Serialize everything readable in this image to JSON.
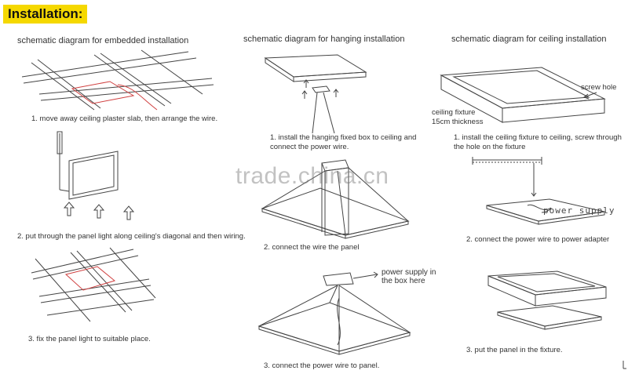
{
  "title": "Installation:",
  "watermark": "trade.china.cn",
  "columns": [
    {
      "header": "schematic diagram for embedded installation",
      "steps": [
        "1. move away ceiling plaster slab, then arrange the wire.",
        "2. put through the panel light along ceiling's diagonal and then wiring.",
        "3. fix the panel light to suitable place."
      ]
    },
    {
      "header": "schematic diagram for hanging installation",
      "steps": [
        "1. install the hanging fixed box to ceiling and connect the power wire.",
        "2. connect the wire the panel",
        "3. connect the power wire to panel."
      ],
      "labels": {
        "power_supply": "power supply in the box here"
      }
    },
    {
      "header": "schematic diagram for ceiling installation",
      "steps": [
        "1. install the ceiling fixture to ceiling, screw through the hole on the fixture",
        "2. connect the power wire to power adapter",
        "3. put the panel in the fixture."
      ],
      "labels": {
        "screw_hole": "screw hole",
        "ceiling_fixture": "ceiling fixture",
        "thickness": "15cm thickness",
        "power_supply": "power supply"
      }
    }
  ]
}
